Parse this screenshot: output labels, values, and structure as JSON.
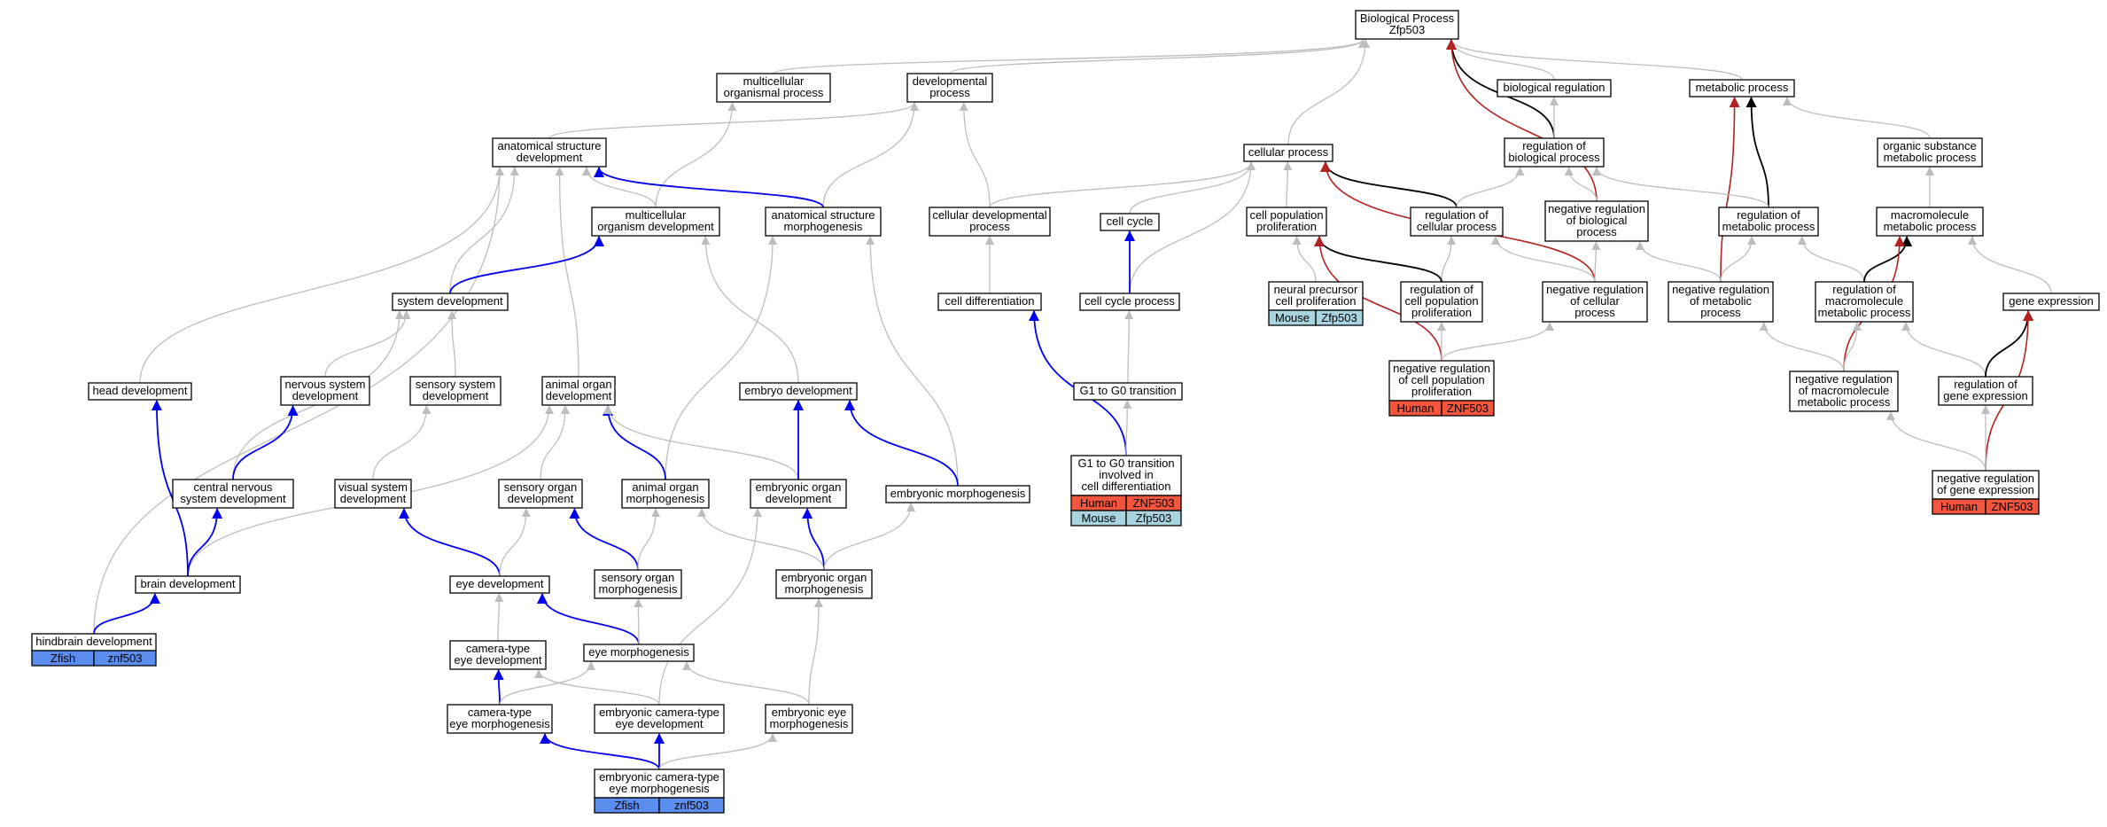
{
  "colors": {
    "edge_default": "#bdbdbd",
    "edge_positive": "#0000ee",
    "edge_negative": "#b22222",
    "edge_regulates": "#000000",
    "species_human": "#f4553c",
    "species_mouse": "#a8d4e0",
    "species_zfish": "#5b8def"
  },
  "nodes": [
    {
      "id": "bp",
      "lines": [
        "Biological Process",
        "Zfp503"
      ]
    },
    {
      "id": "mop",
      "lines": [
        "multicellular",
        "organismal process"
      ]
    },
    {
      "id": "dp",
      "lines": [
        "developmental",
        "process"
      ]
    },
    {
      "id": "breg",
      "lines": [
        "biological regulation"
      ]
    },
    {
      "id": "metp",
      "lines": [
        "metabolic process"
      ]
    },
    {
      "id": "asd",
      "lines": [
        "anatomical structure",
        "development"
      ]
    },
    {
      "id": "cp",
      "lines": [
        "cellular process"
      ]
    },
    {
      "id": "rbp",
      "lines": [
        "regulation of",
        "biological process"
      ]
    },
    {
      "id": "osmp",
      "lines": [
        "organic substance",
        "metabolic process"
      ]
    },
    {
      "id": "mod",
      "lines": [
        "multicellular",
        "organism development"
      ]
    },
    {
      "id": "asm",
      "lines": [
        "anatomical structure",
        "morphogenesis"
      ]
    },
    {
      "id": "cdp",
      "lines": [
        "cellular developmental",
        "process"
      ]
    },
    {
      "id": "cc",
      "lines": [
        "cell cycle"
      ]
    },
    {
      "id": "cpp",
      "lines": [
        "cell population",
        "proliferation"
      ]
    },
    {
      "id": "rcp",
      "lines": [
        "regulation of",
        "cellular process"
      ]
    },
    {
      "id": "nrbp",
      "lines": [
        "negative regulation",
        "of biological",
        "process"
      ]
    },
    {
      "id": "rmp",
      "lines": [
        "regulation of",
        "metabolic process"
      ]
    },
    {
      "id": "mmp",
      "lines": [
        "macromolecule",
        "metabolic process"
      ]
    },
    {
      "id": "sd",
      "lines": [
        "system development"
      ]
    },
    {
      "id": "cdiff",
      "lines": [
        "cell differentiation"
      ]
    },
    {
      "id": "ccp",
      "lines": [
        "cell cycle process"
      ]
    },
    {
      "id": "npcp",
      "lines": [
        "neural precursor",
        "cell proliferation"
      ],
      "gene": [
        {
          "species": "Mouse",
          "symbol": "Zfp503"
        }
      ]
    },
    {
      "id": "rcpp",
      "lines": [
        "regulation of",
        "cell population",
        "proliferation"
      ]
    },
    {
      "id": "nrcp",
      "lines": [
        "negative regulation",
        "of cellular",
        "process"
      ]
    },
    {
      "id": "nrmp",
      "lines": [
        "negative regulation",
        "of metabolic",
        "process"
      ]
    },
    {
      "id": "rmmp",
      "lines": [
        "regulation of",
        "macromolecule",
        "metabolic process"
      ]
    },
    {
      "id": "ge",
      "lines": [
        "gene expression"
      ]
    },
    {
      "id": "hd",
      "lines": [
        "head development"
      ]
    },
    {
      "id": "nsd",
      "lines": [
        "nervous system",
        "development"
      ]
    },
    {
      "id": "ssd",
      "lines": [
        "sensory system",
        "development"
      ]
    },
    {
      "id": "aod",
      "lines": [
        "animal organ",
        "development"
      ]
    },
    {
      "id": "ed",
      "lines": [
        "embryo development"
      ]
    },
    {
      "id": "g1g0",
      "lines": [
        "G1 to G0 transition"
      ]
    },
    {
      "id": "nrcpp",
      "lines": [
        "negative regulation",
        "of cell population",
        "proliferation"
      ],
      "gene": [
        {
          "species": "Human",
          "symbol": "ZNF503"
        }
      ]
    },
    {
      "id": "nrmmp",
      "lines": [
        "negative regulation",
        "of macromolecule",
        "metabolic process"
      ]
    },
    {
      "id": "rge",
      "lines": [
        "regulation of",
        "gene expression"
      ]
    },
    {
      "id": "cnsd",
      "lines": [
        "central nervous",
        "system development"
      ]
    },
    {
      "id": "vsd",
      "lines": [
        "visual system",
        "development"
      ]
    },
    {
      "id": "sod",
      "lines": [
        "sensory organ",
        "development"
      ]
    },
    {
      "id": "aom",
      "lines": [
        "animal organ",
        "morphogenesis"
      ]
    },
    {
      "id": "eod",
      "lines": [
        "embryonic organ",
        "development"
      ]
    },
    {
      "id": "em",
      "lines": [
        "embryonic morphogenesis"
      ]
    },
    {
      "id": "g1g0cd",
      "lines": [
        "G1 to G0 transition",
        "involved in",
        "cell differentiation"
      ],
      "gene": [
        {
          "species": "Human",
          "symbol": "ZNF503"
        },
        {
          "species": "Mouse",
          "symbol": "Zfp503"
        }
      ]
    },
    {
      "id": "nrge",
      "lines": [
        "negative regulation",
        "of gene expression"
      ],
      "gene": [
        {
          "species": "Human",
          "symbol": "ZNF503"
        }
      ]
    },
    {
      "id": "bd",
      "lines": [
        "brain development"
      ]
    },
    {
      "id": "eyed",
      "lines": [
        "eye development"
      ]
    },
    {
      "id": "som",
      "lines": [
        "sensory organ",
        "morphogenesis"
      ]
    },
    {
      "id": "eom",
      "lines": [
        "embryonic organ",
        "morphogenesis"
      ]
    },
    {
      "id": "hbd",
      "lines": [
        "hindbrain development"
      ],
      "gene": [
        {
          "species": "Zfish",
          "symbol": "znf503"
        }
      ]
    },
    {
      "id": "cted",
      "lines": [
        "camera-type",
        "eye development"
      ]
    },
    {
      "id": "eyem",
      "lines": [
        "eye morphogenesis"
      ]
    },
    {
      "id": "ctem",
      "lines": [
        "camera-type",
        "eye morphogenesis"
      ]
    },
    {
      "id": "ected",
      "lines": [
        "embryonic camera-type",
        "eye development"
      ]
    },
    {
      "id": "eem",
      "lines": [
        "embryonic eye",
        "morphogenesis"
      ]
    },
    {
      "id": "ectem",
      "lines": [
        "embryonic camera-type",
        "eye morphogenesis"
      ],
      "gene": [
        {
          "species": "Zfish",
          "symbol": "znf503"
        }
      ]
    }
  ]
}
